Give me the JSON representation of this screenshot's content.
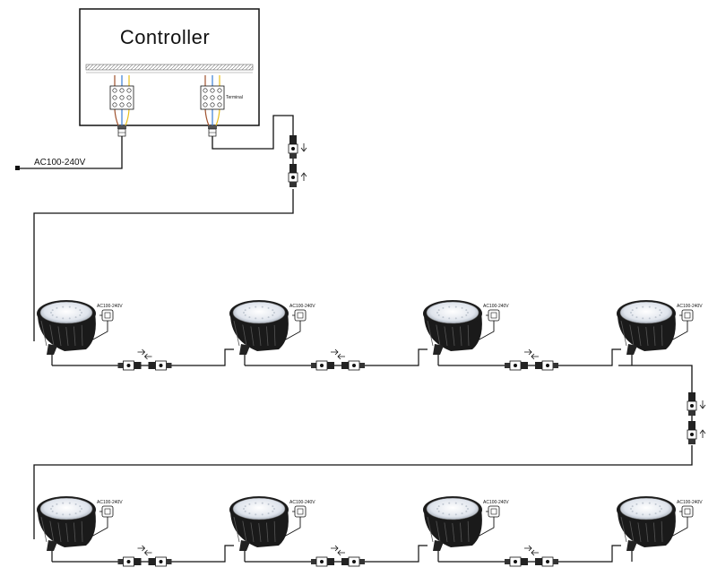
{
  "controller": {
    "title": "Controller",
    "terminal_label": "Terminal"
  },
  "mains_input": {
    "label": "AC100-240V"
  },
  "fixtures": {
    "power_label": "AC100-240V",
    "rows": [
      {
        "count": 4,
        "flow": "left-to-right"
      },
      {
        "count": 4,
        "flow": "left-to-right"
      }
    ]
  },
  "colors": {
    "line": "#111111",
    "wire_brown": "#a0522d",
    "wire_blue": "#3a7fd5",
    "wire_yellow": "#e8c020",
    "fixture_body": "#1a1a1a",
    "led_face": "#e4e8ee"
  },
  "icons": [
    "terminal-block-icon",
    "cable-gland-icon",
    "xlr-connector-icon",
    "arrow-icon",
    "power-plug-icon",
    "floodlight-icon"
  ]
}
